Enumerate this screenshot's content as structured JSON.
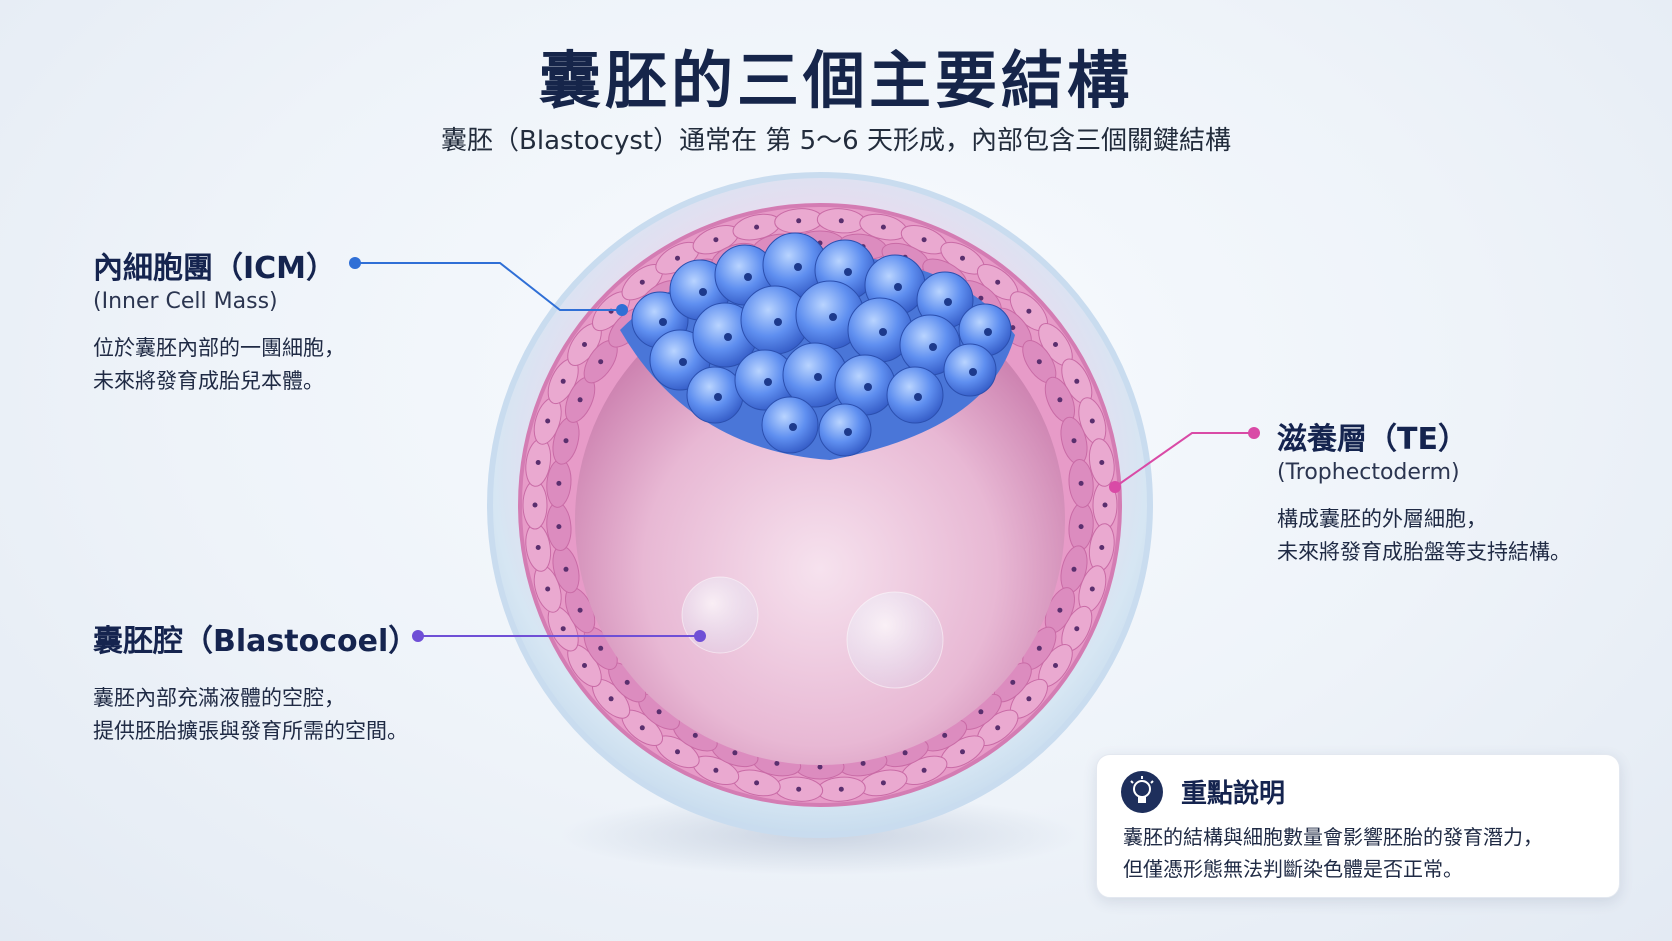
{
  "header": {
    "title": "囊胚的三個主要結構",
    "subtitle": "囊胚（Blastocyst）通常在 第 5～6 天形成，內部包含三個關鍵結構"
  },
  "labels": {
    "icm": {
      "title": "內細胞團（ICM）",
      "subtitle": "(Inner Cell Mass)",
      "desc_line1": "位於囊胚內部的一團細胞，",
      "desc_line2": "未來將發育成胎兒本體。",
      "color": "#2f6fd6"
    },
    "te": {
      "title": "滋養層（TE）",
      "subtitle": "(Trophectoderm)",
      "desc_line1": "構成囊胚的外層細胞，",
      "desc_line2": "未來將發育成胎盤等支持結構。",
      "color": "#d94aa6"
    },
    "cavity": {
      "title": "囊胚腔（Blastocoel）",
      "desc_line1": "囊胚內部充滿液體的空腔，",
      "desc_line2": "提供胚胎擴張與發育所需的空間。",
      "color": "#6f4fd6"
    }
  },
  "note": {
    "icon": "lightbulb-icon",
    "title": "重點說明",
    "line1": "囊胚的結構與細胞數量會影響胚胎的發育潛力，",
    "line2": "但僅憑形態無法判斷染色體是否正常。"
  }
}
